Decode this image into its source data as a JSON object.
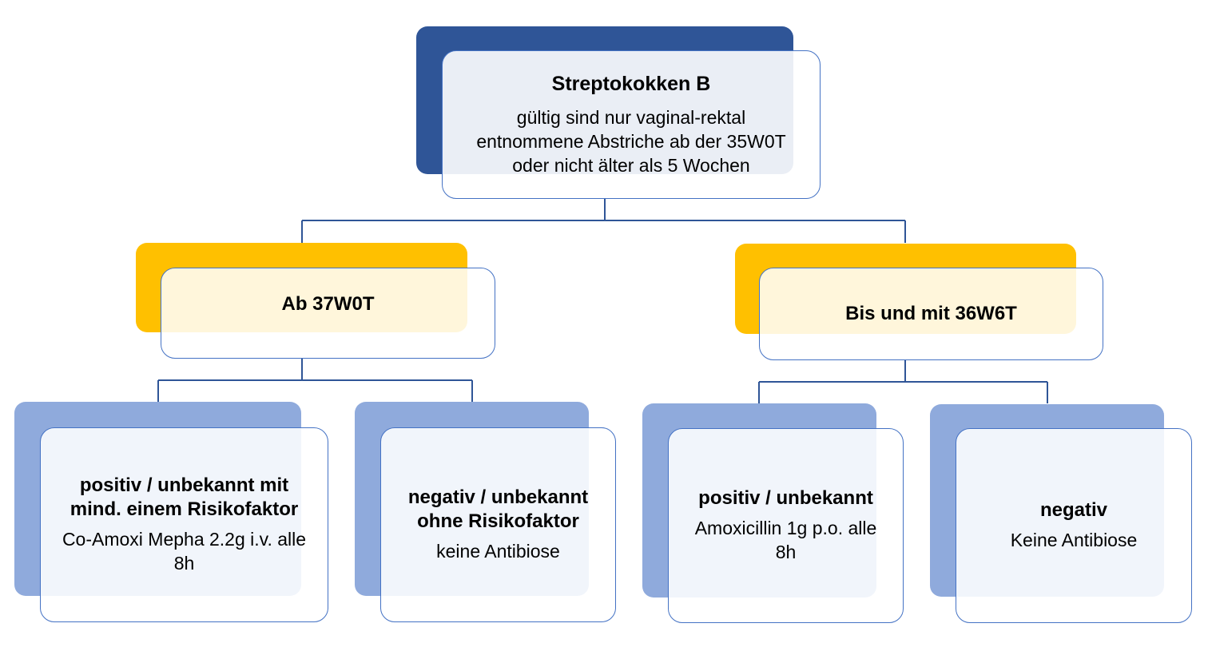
{
  "colors": {
    "root_back": "#2f5597",
    "mid_back": "#ffc000",
    "leaf_back": "#8faadc",
    "border": "#4472c4",
    "connector": "#2f5597"
  },
  "root": {
    "title": "Streptokokken B",
    "lines": [
      "gültig sind nur vaginal-rektal",
      "entnommene Abstriche ab der 35W0T",
      "oder nicht älter als 5 Wochen"
    ]
  },
  "left_branch": {
    "title": "Ab 37W0T"
  },
  "right_branch": {
    "title": "Bis und mit 36W6T"
  },
  "leaves": [
    {
      "title_lines": [
        "positiv / unbekannt mit",
        "mind. einem Risikofaktor"
      ],
      "body_lines": [
        "Co-Amoxi Mepha 2.2g i.v. alle",
        "8h"
      ]
    },
    {
      "title_lines": [
        "negativ / unbekannt",
        "ohne Risikofaktor"
      ],
      "body_lines": [
        "keine Antibiose"
      ]
    },
    {
      "title_lines": [
        "positiv / unbekannt"
      ],
      "body_lines": [
        "Amoxicillin 1g p.o. alle",
        "8h"
      ]
    },
    {
      "title_lines": [
        "negativ"
      ],
      "body_lines": [
        "Keine Antibiose"
      ]
    }
  ]
}
